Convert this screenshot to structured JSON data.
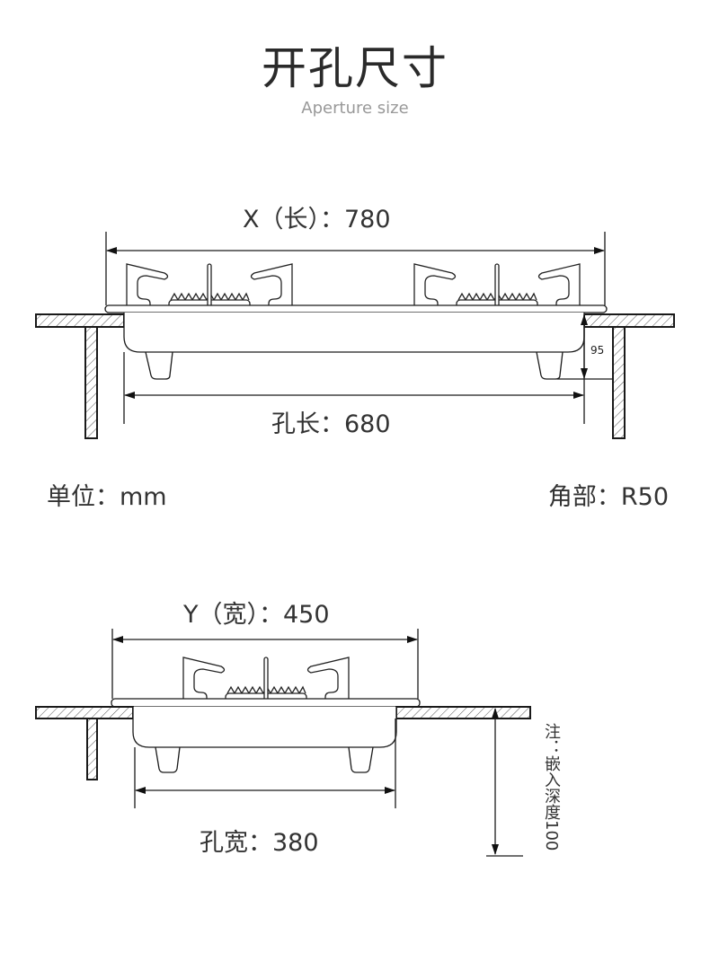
{
  "header": {
    "title": "开孔尺寸",
    "subtitle": "Aperture size"
  },
  "top_view": {
    "outer_length_label": "X（长）：780",
    "hole_length_label": "孔长：680",
    "depth_label": "95"
  },
  "info": {
    "unit_label": "单位：mm",
    "corner_label": "角部：R50"
  },
  "side_view": {
    "outer_width_label": "Y（宽）：450",
    "hole_width_label": "孔宽：380",
    "note": "注：嵌入深度100"
  },
  "colors": {
    "line": "#1a1a1a",
    "text": "#333333",
    "subtitle": "#999999"
  }
}
